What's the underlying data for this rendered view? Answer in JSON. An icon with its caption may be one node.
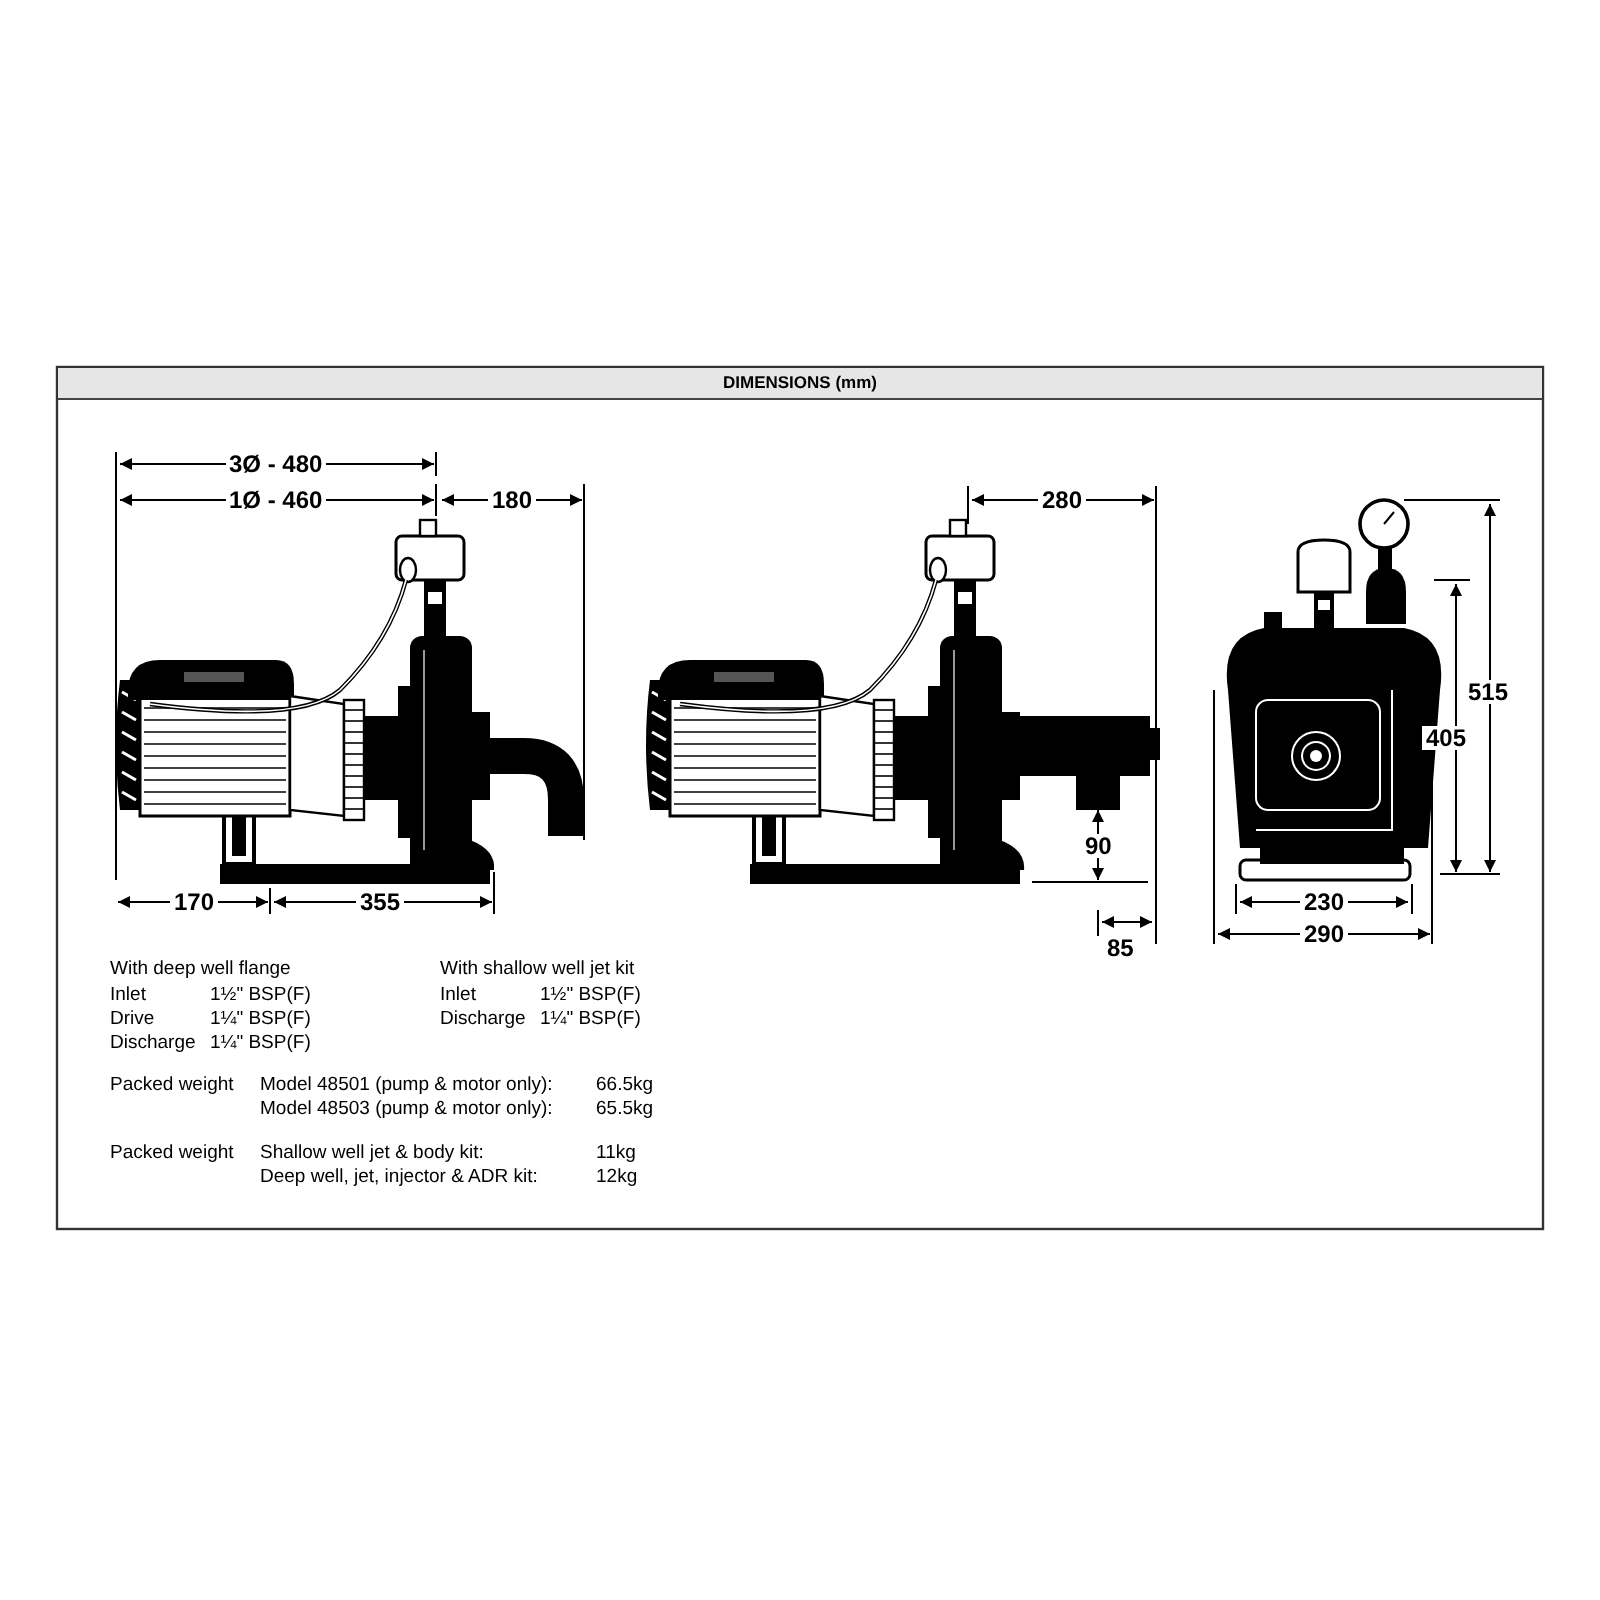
{
  "diagram": {
    "title": "DIMENSIONS (mm)",
    "labels": [
      "3Ø - 480",
      "1Ø - 460",
      "180",
      "280",
      "515",
      "405",
      "170",
      "355",
      "90",
      "85",
      "230",
      "290",
      "With deep well flange",
      "With shallow well jet kit",
      "Inlet",
      "1½\" BSP(F)",
      "Inlet",
      "1½\" BSP(F)",
      "Drive",
      "1¼\" BSP(F)",
      "Discharge",
      "1¼\" BSP(F)",
      "Discharge",
      "1¼\" BSP(F)",
      "Packed weight",
      "Model 48501 (pump & motor only):",
      "66.5kg",
      "Model 48503 (pump & motor only):",
      "65.5kg",
      "Packed weight",
      "Shallow well jet & body kit:",
      "11kg",
      "Deep well, jet, injector & ADR kit:",
      "12kg"
    ]
  }
}
